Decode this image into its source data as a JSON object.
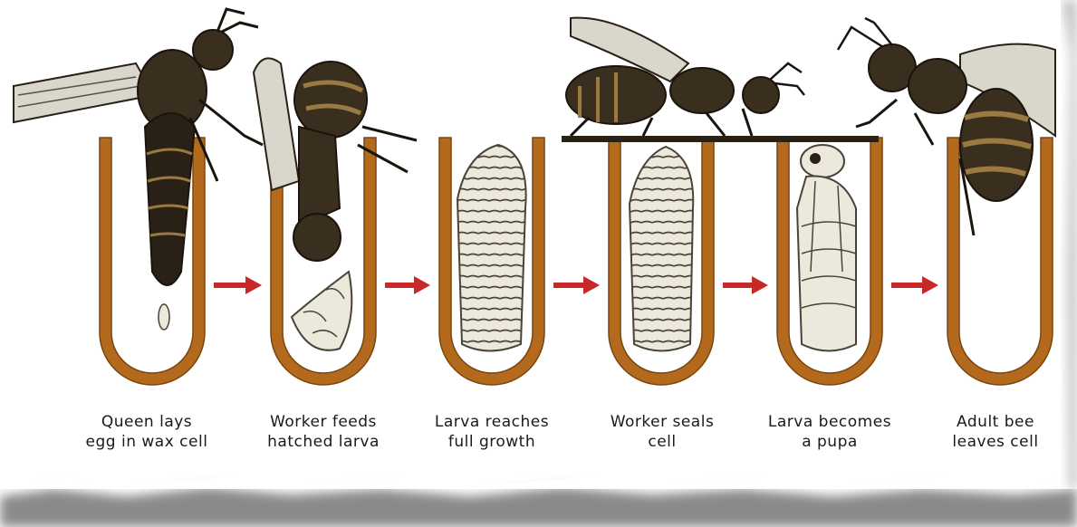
{
  "colors": {
    "wax": "#b36a1c",
    "wax_dark": "#7a4510",
    "arrow": "#c82828",
    "bee_dark": "#2a2116",
    "bee_tan": "#9a7a40",
    "wing": "#d9d6cc",
    "larva": "#ece8dc",
    "larva_line": "#4a4438",
    "paper_edge": "#6f6f6f"
  },
  "stages": [
    {
      "line1": "Queen lays",
      "line2": "egg in wax cell"
    },
    {
      "line1": "Worker feeds",
      "line2": "hatched larva"
    },
    {
      "line1": "Larva reaches",
      "line2": "full growth"
    },
    {
      "line1": "Worker  seals",
      "line2": "cell"
    },
    {
      "line1": "Larva becomes",
      "line2": "a pupa"
    },
    {
      "line1": "Adult bee",
      "line2": "leaves cell"
    }
  ]
}
